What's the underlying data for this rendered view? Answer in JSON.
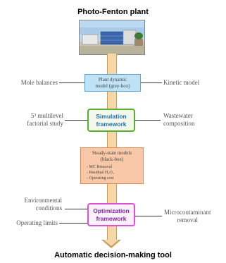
{
  "title": "Photo-Fenton plant",
  "bottom_title": "Automatic decision-making tool",
  "plant_model": {
    "line1": "Plant dynamic",
    "line2": "model (grey-box)"
  },
  "simulation": {
    "line1": "Simulation",
    "line2": "framework"
  },
  "steady_state": {
    "line1": "Steady-state models",
    "line2": "(black-box)",
    "items": [
      "- MC Removal",
      "- Residual H₂O₂",
      "- Operating cost"
    ]
  },
  "optimization": {
    "line1": "Optimization",
    "line2": "framework"
  },
  "left_labels": {
    "mole_balances": "Mole balances",
    "factorial_line1": "5³ multilevel",
    "factorial_line2": "factorial study",
    "env_line1": "Environmental",
    "env_line2": "conditions",
    "operating_limits": "Operating limits"
  },
  "right_labels": {
    "kinetic_model": "Kinetic model",
    "wastewater_line1": "Wastewater",
    "wastewater_line2": "composition",
    "micro_line1": "Microcontaminant",
    "micro_line2": "removal"
  }
}
